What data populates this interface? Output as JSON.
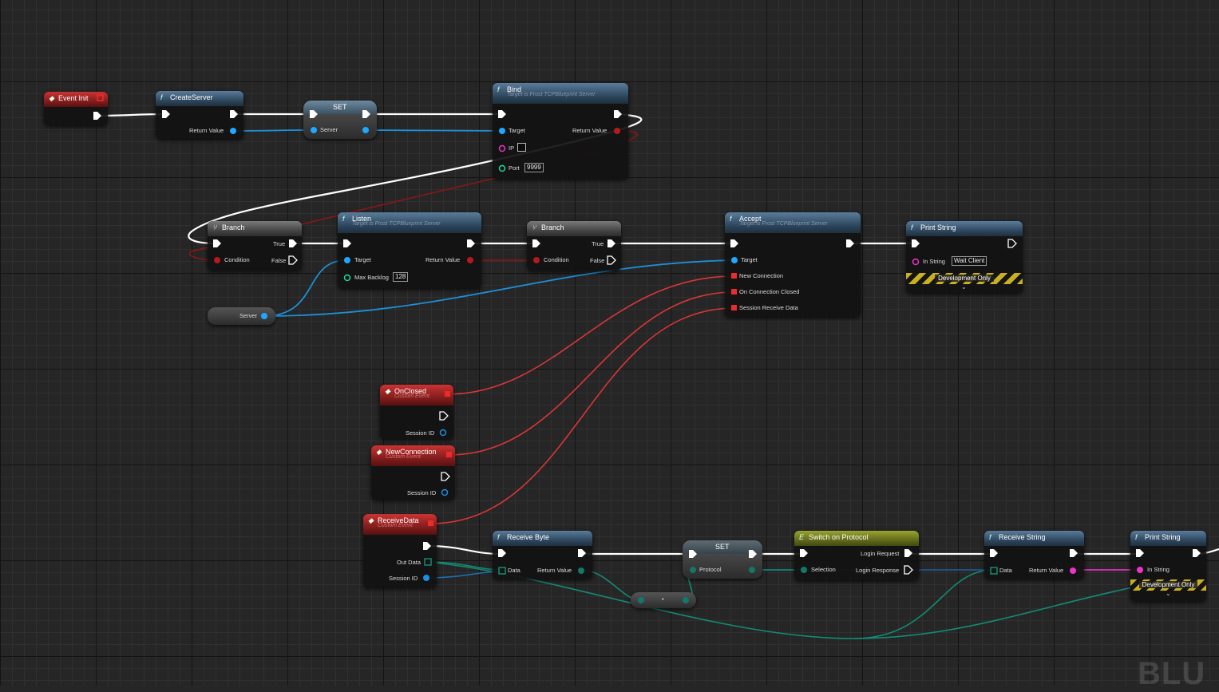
{
  "colors": {
    "exec": "#ffffff",
    "object_pin": "#1ea8ff",
    "delegate_pin": "#ee2b2b",
    "string_pin": "#f032c8",
    "bool_pin": "#b51a1a",
    "int_pin": "#1fd7a0",
    "byte_pin": "#11786a",
    "event_header": "#b62828",
    "function_header": "#3d5a76",
    "switch_header": "#7c851f"
  },
  "nodes": {
    "event_init": {
      "title": "Event Init"
    },
    "create_server": {
      "title": "CreateServer",
      "return_value": "Return Value"
    },
    "set_server": {
      "title": "SET",
      "server": "Server"
    },
    "bind": {
      "title": "Bind",
      "subtitle": "Target is Frost TCPBlueprint Server",
      "target": "Target",
      "return_value": "Return Value",
      "ip": "IP",
      "port": "Port",
      "port_value": "9999"
    },
    "branch1": {
      "title": "Branch",
      "true": "True",
      "false": "False",
      "condition": "Condition"
    },
    "listen": {
      "title": "Listen",
      "subtitle": "Target is Frost TCPBlueprint Server",
      "target": "Target",
      "return_value": "Return Value",
      "max_backlog": "Max Backlog",
      "max_backlog_value": "128"
    },
    "branch2": {
      "title": "Branch",
      "true": "True",
      "false": "False",
      "condition": "Condition"
    },
    "accept": {
      "title": "Accept",
      "subtitle": "Target is Frost TCPBlueprint Server",
      "target": "Target",
      "new_connection": "New Connection",
      "on_connection_closed": "On Connection Closed",
      "session_receive_data": "Session Receive Data"
    },
    "print_string1": {
      "title": "Print String",
      "in_string": "In String",
      "in_string_value": "Wait Client",
      "dev_only": "Development Only"
    },
    "server_var": {
      "label": "Server"
    },
    "on_closed": {
      "title": "OnClosed",
      "subtitle": "Custom Event",
      "session_id": "Session ID"
    },
    "new_connection": {
      "title": "NewConnection",
      "subtitle": "Custom Event",
      "session_id": "Session ID"
    },
    "receive_data": {
      "title": "ReceiveData",
      "subtitle": "Custom Event",
      "out_data": "Out Data",
      "session_id": "Session ID"
    },
    "receive_byte": {
      "title": "Receive Byte",
      "data": "Data",
      "return_value": "Return Value"
    },
    "set_protocol": {
      "title": "SET",
      "protocol": "Protocol"
    },
    "switch_protocol": {
      "title": "Switch on Protocol",
      "selection": "Selection",
      "login_request": "Login Request",
      "login_response": "Login Response"
    },
    "receive_string": {
      "title": "Receive String",
      "data": "Data",
      "return_value": "Return Value"
    },
    "print_string2": {
      "title": "Print String",
      "in_string": "In String",
      "dev_only": "Development Only"
    }
  },
  "watermark": "BLU"
}
